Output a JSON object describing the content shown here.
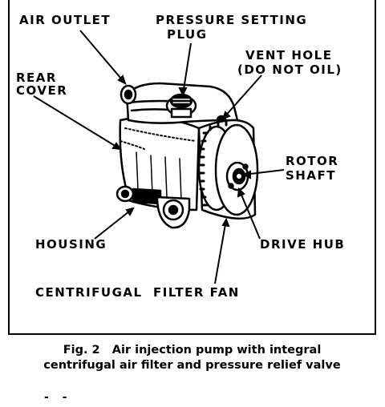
{
  "labels": {
    "air_outlet": "AIR OUTLET",
    "pressure_setting_1": "PRESSURE SETTING",
    "pressure_setting_2": "PLUG",
    "vent_hole_1": "VENT HOLE",
    "vent_hole_2": "(DO NOT OIL)",
    "rear_cover_1": "REAR",
    "rear_cover_2": "COVER",
    "rotor_shaft_1": "ROTOR",
    "rotor_shaft_2": "SHAFT",
    "housing": "HOUSING",
    "drive_hub": "DRIVE HUB",
    "filter_fan": "CENTRIFUGAL  FILTER FAN"
  },
  "caption": {
    "line1": "Fig. 2   Air injection pump with integral",
    "line2": "centrifugal air filter and pressure relief valve"
  },
  "footer_marks": "- -"
}
